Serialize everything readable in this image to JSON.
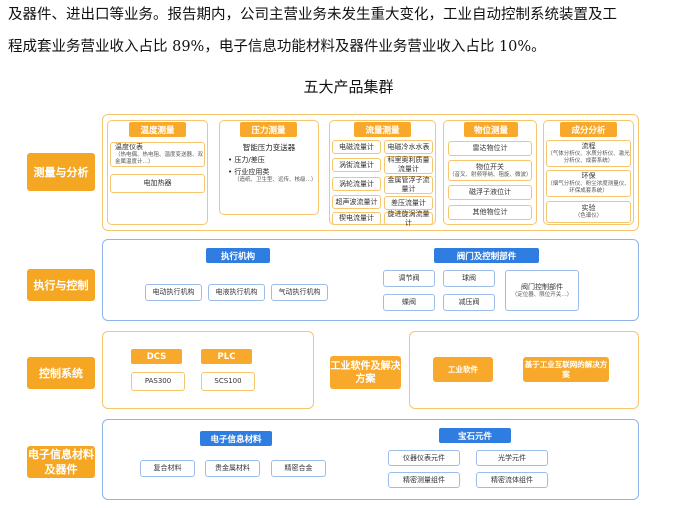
{
  "intro": {
    "line1": "及器件、进出口等业务。报告期内，公司主营业务未发生重大变化，工业自动控制系统装置及工",
    "line2": "程成套业务营业收入占比 89%，电子信息功能材料及器件业务营业收入占比 10%。"
  },
  "heading": "五大产品集群",
  "rows": {
    "measure": {
      "label": "测量与分析",
      "temperature": {
        "title": "温度测量",
        "item1_main": "温度仪表",
        "item1_sub": "（热电偶、热电阻、温度变送器、双金属温度计…）",
        "item2": "电加热器"
      },
      "pressure": {
        "title": "压力测量",
        "main": "智能压力变送器",
        "line1": "• 压力/差压",
        "line2": "• 行业应用类",
        "line2_sub": "（造纸、卫生型、远传、核级…）"
      },
      "flow": {
        "title": "流量测量",
        "items": [
          "电磁流量计",
          "电磁冷水水表",
          "涡街流量计",
          "科里奥利质量流量计",
          "涡轮流量计",
          "金属管浮子流量计",
          "超声波流量计",
          "差压流量计",
          "楔电流量计",
          "旋进旋涡流量计"
        ]
      },
      "level": {
        "title": "物位测量",
        "items": [
          "雷达物位计",
          "物位开关",
          "磁浮子液位计",
          "其他物位计"
        ],
        "switch_sub": "（音叉、射频导纳、阻旋、微波）"
      },
      "analysis": {
        "title": "成分分析",
        "flow_main": "流程",
        "flow_sub": "（气体分析仪、水质分析仪、激光分析仪、成套系统）",
        "env_main": "环保",
        "env_sub": "（烟气分析仪、粉尘浓度测量仪、环保成套系统）",
        "lab_main": "实验",
        "lab_sub": "（色谱仪）"
      }
    },
    "actuate": {
      "label": "执行与控制",
      "actuators": {
        "title": "执行机构",
        "items": [
          "电动执行机构",
          "电液执行机构",
          "气动执行机构"
        ]
      },
      "valves": {
        "title": "阀门及控制部件",
        "items": [
          "调节阀",
          "球阀",
          "蝶阀",
          "减压阀"
        ],
        "parts_main": "阀门控制部件",
        "parts_sub": "（定位器、限位开关…）"
      }
    },
    "control": {
      "label": "控制系统",
      "tags": [
        "DCS",
        "PLC"
      ],
      "products": [
        "PAS300",
        "SCS100"
      ],
      "software_label": "工业软件及解决方案",
      "software_items": [
        "工业软件",
        "基于工业互联网的解决方案"
      ]
    },
    "electronic": {
      "label": "电子信息材料及器件",
      "materials": {
        "title": "电子信息材料",
        "items": [
          "复合材料",
          "贵金属材料",
          "精密合金"
        ]
      },
      "gems": {
        "title": "宝石元件",
        "items": [
          "仪器仪表元件",
          "光学元件",
          "精密测量组件",
          "精密流体组件"
        ]
      }
    }
  },
  "colors": {
    "orange": "#f5a623",
    "blue": "#2f7de1",
    "orange_border": "#f6c56e",
    "blue_border": "#8fb4ea"
  }
}
